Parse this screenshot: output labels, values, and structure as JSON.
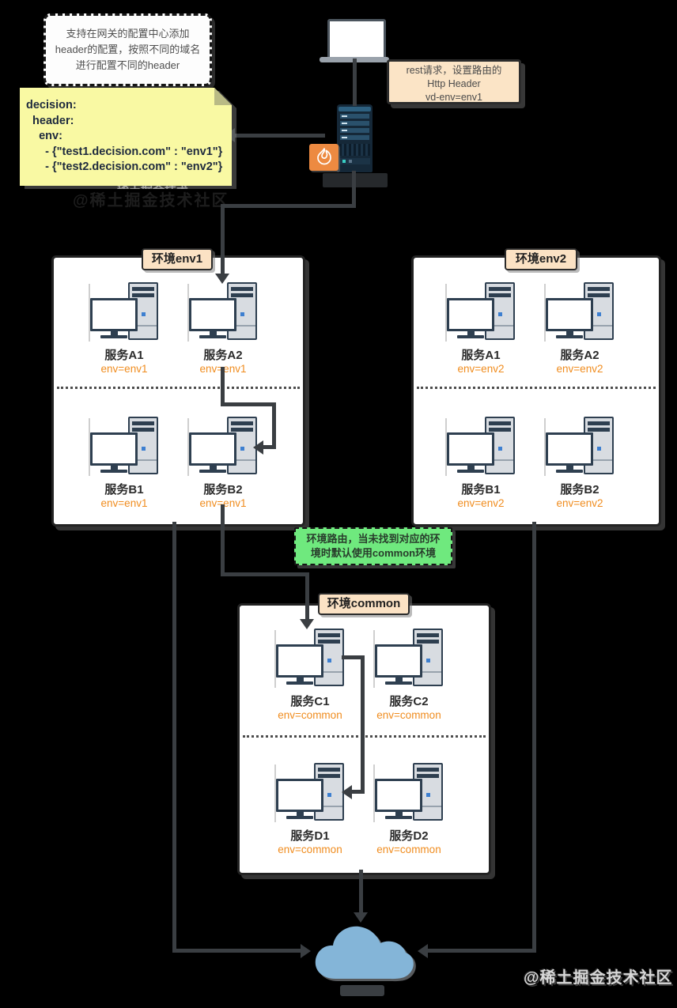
{
  "callout": {
    "text": "支持在网关的配置中心添加header的配置，按照不同的域名进行配置不同的header"
  },
  "config_note": {
    "lines": [
      "decision:",
      "  header:",
      "    env:",
      "      - {\"test1.decision.com\" : \"env1\"}",
      "      - {\"test2.decision.com\" : \"env2\"}"
    ]
  },
  "rest_note": {
    "lines": [
      "rest请求，设置路由的",
      "Http Header",
      "vd-env=env1"
    ]
  },
  "routing_note": {
    "text": "环境路由，当未找到对应的环境时默认使用common环境"
  },
  "environments": {
    "env1": {
      "label": "环境env1",
      "services": [
        {
          "name": "服务A1",
          "env": "env=env1"
        },
        {
          "name": "服务A2",
          "env": "env=env1"
        },
        {
          "name": "服务B1",
          "env": "env=env1"
        },
        {
          "name": "服务B2",
          "env": "env=env1"
        }
      ]
    },
    "env2": {
      "label": "环境env2",
      "services": [
        {
          "name": "服务A1",
          "env": "env=env2"
        },
        {
          "name": "服务A2",
          "env": "env=env2"
        },
        {
          "name": "服务B1",
          "env": "env=env2"
        },
        {
          "name": "服务B2",
          "env": "env=env2"
        }
      ]
    },
    "common": {
      "label": "环境common",
      "services": [
        {
          "name": "服务C1",
          "env": "env=common"
        },
        {
          "name": "服务C2",
          "env": "env=common"
        },
        {
          "name": "服务D1",
          "env": "env=common"
        },
        {
          "name": "服务D2",
          "env": "env=common"
        }
      ]
    }
  },
  "watermark": {
    "text": "@稀土掘金技术社区",
    "faint_text": "稀土掘金技术"
  },
  "icons": [
    "laptop-icon",
    "gateway-server-icon",
    "firewall-fire-icon",
    "cloud-icon"
  ],
  "colors": {
    "background": "#000000",
    "env_label_orange": "#f08c1e",
    "badge_peach": "#fbe2c4",
    "note_yellow": "#f9f9a3",
    "note_green": "#6fe97e",
    "note_peach": "#fbe4c6",
    "cloud_blue": "#84b5d8",
    "connector_gray": "#3a3e42"
  }
}
